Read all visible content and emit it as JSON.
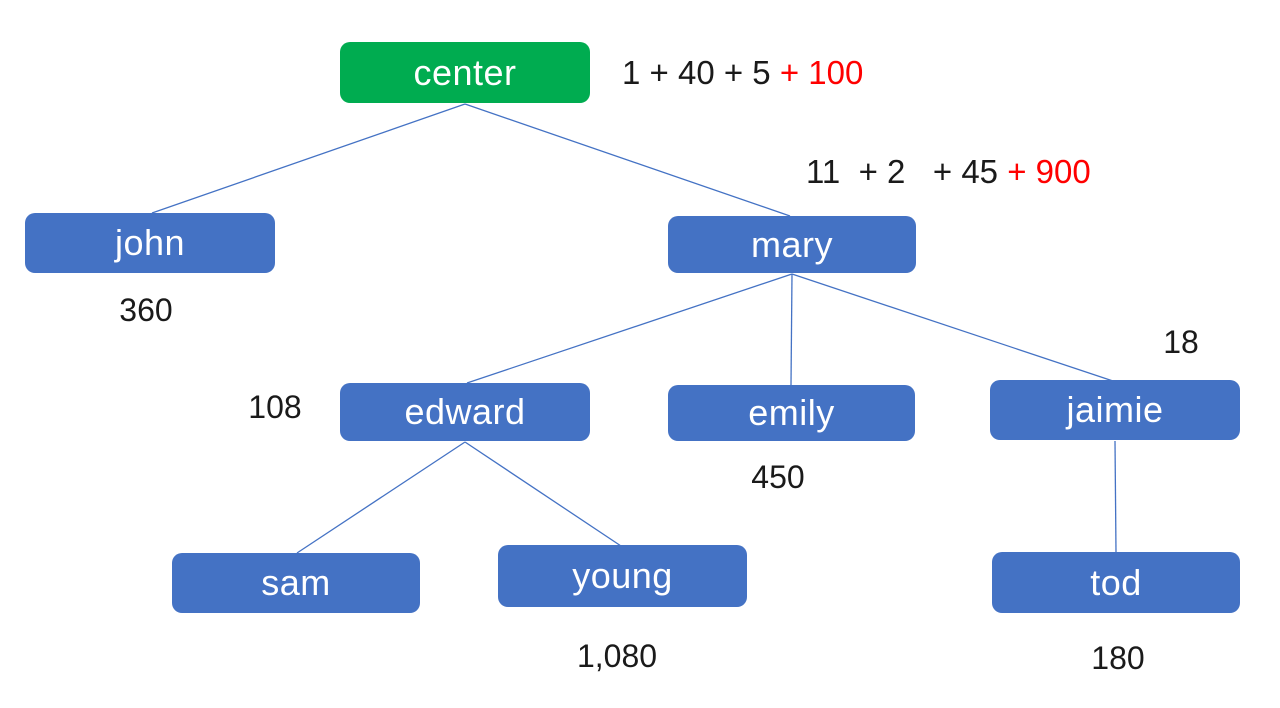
{
  "colors": {
    "root_node_fill": "#00AC50",
    "child_node_fill": "#4472C4",
    "node_text": "#FFFFFF",
    "connector": "#4472C4",
    "annotation_black": "#1A1A1A",
    "annotation_red": "#FF0000",
    "canvas_bg": "#FFFFFF"
  },
  "tree": {
    "type": "org-tree",
    "root": "center",
    "edges": [
      [
        "center",
        "john"
      ],
      [
        "center",
        "mary"
      ],
      [
        "mary",
        "edward"
      ],
      [
        "mary",
        "emily"
      ],
      [
        "mary",
        "jaimie"
      ],
      [
        "edward",
        "sam"
      ],
      [
        "edward",
        "young"
      ],
      [
        "jaimie",
        "tod"
      ]
    ]
  },
  "nodes": {
    "center": {
      "label": "center"
    },
    "john": {
      "label": "john"
    },
    "mary": {
      "label": "mary"
    },
    "edward": {
      "label": "edward"
    },
    "emily": {
      "label": "emily"
    },
    "jaimie": {
      "label": "jaimie"
    },
    "sam": {
      "label": "sam"
    },
    "young": {
      "label": "young"
    },
    "tod": {
      "label": "tod"
    }
  },
  "annotations": {
    "center_sum": {
      "black": "1 + 40 + 5 ",
      "red": "+ 100"
    },
    "mary_sum": {
      "black": "11  + 2   + 45 ",
      "red": "+ 900"
    },
    "john_value": "360",
    "edward_value": "108",
    "emily_value": "450",
    "jaimie_value": "18",
    "young_value": "1,080",
    "tod_value": "180"
  }
}
